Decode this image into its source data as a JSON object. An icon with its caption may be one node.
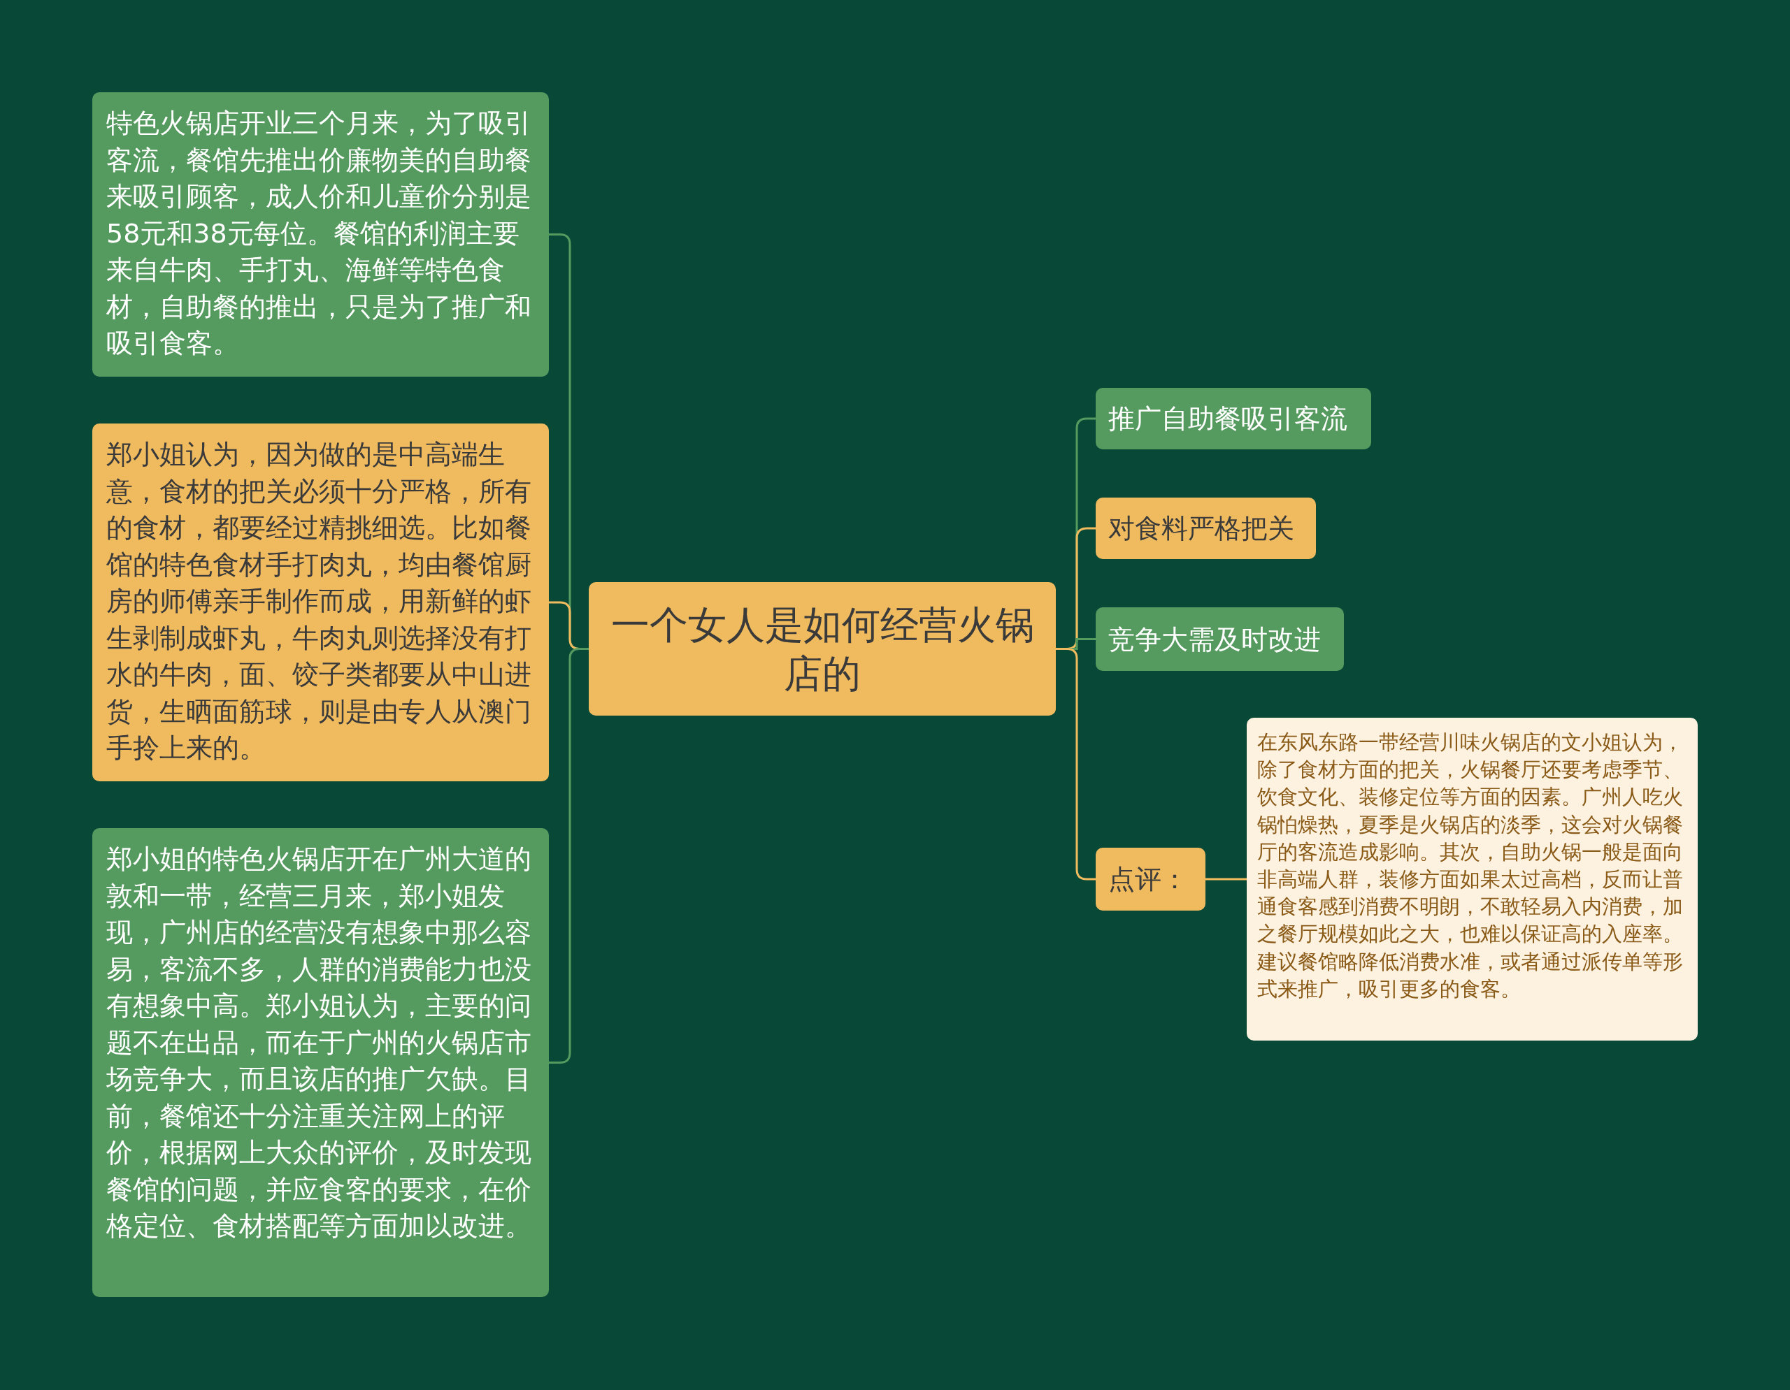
{
  "diagram": {
    "nodes": [
      {
        "text": [
          "一个女人是如何经营火锅店的"
        ]
      },
      {
        "text": [
          "特色火锅店开业三个月来，为了吸引客流，餐馆先推出价廉物美的自助餐来吸引顾客，成人价和儿童价分别是58元和38元每位。餐馆的利润主要来自牛肉、手打丸、海鲜等特色食材，自助餐的推出，只是为了推广和吸引食客。"
        ]
      },
      {
        "text": [
          "郑小姐认为，因为做的是中高端生意，食材的把关必须十分严格，所有的食材，都要经过精挑细选。比如餐馆的特色食材手打肉丸，均由餐馆厨房的师傅亲手制作而成，用新鲜的虾生剥制成虾丸，牛肉丸则选择没有打水的牛肉，面、饺子类都要从中山进货，生晒面筋球，则是由专人从澳门手拎上来的。"
        ]
      },
      {
        "text": [
          "郑小姐的特色火锅店开在广州大道的敦和一带，经营三月来，郑小姐发现，广州店的经营没有想象中那么容易，客流不多，人群的消费能力也没有想象中高。郑小姐认为，主要的问题不在出品，而在于广州的火锅店市场竞争大，而且该店的推广欠缺。目前，餐馆还十分注重关注网上的评价，根据网上大众的评价，及时发现餐馆的问题，并应食客的要求，在价格定位、食材搭配等方面加以改进。"
        ]
      },
      {
        "text": [
          "推广自助餐吸引客流"
        ]
      },
      {
        "text": [
          "对食料严格把关"
        ]
      },
      {
        "text": [
          "竞争大需及时改进"
        ]
      },
      {
        "text": [
          "点评："
        ]
      },
      {
        "text": [
          "在东风东路一带经营川味火锅店的文小姐认为，除了食材方面的把关，火锅餐厅还要考虑季节、饮食文化、装修定位等方面的因素。广州人吃火锅怕燥热，夏季是火锅店的淡季，这会对火锅餐厅的客流造成影响。其次，自助火锅一般是面向非高端人群，装修方面如果太过高档，反而让普通食客感到消费不明朗，不敢轻易入内消费，加之餐厅规模如此之大，也难以保证高的入座率。建议餐馆略降低消费水准，或者通过派传单等形式来推广，吸引更多的食客。"
        ]
      }
    ],
    "edges": [
      {
        "from": 0,
        "to": 1,
        "arrow": "none",
        "color": "#559a5f"
      },
      {
        "from": 0,
        "to": 2,
        "arrow": "none",
        "color": "#f0bb5f"
      },
      {
        "from": 0,
        "to": 3,
        "arrow": "none",
        "color": "#559a5f"
      },
      {
        "from": 0,
        "to": 4,
        "arrow": "none",
        "color": "#559a5f"
      },
      {
        "from": 0,
        "to": 5,
        "arrow": "none",
        "color": "#f0bb5f"
      },
      {
        "from": 0,
        "to": 6,
        "arrow": "none",
        "color": "#559a5f"
      },
      {
        "from": 0,
        "to": 7,
        "arrow": "none",
        "color": "#f0bb5f"
      },
      {
        "from": 7,
        "to": 8,
        "arrow": "none",
        "color": "#f0bb5f"
      }
    ]
  }
}
